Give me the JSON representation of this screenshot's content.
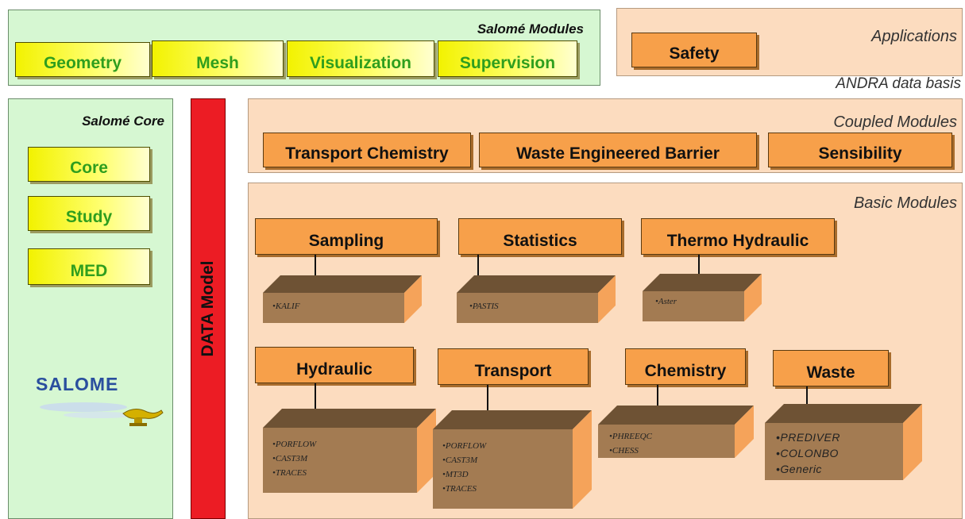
{
  "salome_modules": {
    "title": "Salomé Modules",
    "buttons": [
      "Geometry",
      "Mesh",
      "Visualization",
      "Supervision"
    ]
  },
  "applications": {
    "title": "Applications",
    "button": "Safety",
    "subtitle": "ANDRA data basis"
  },
  "salome_core": {
    "title": "Salomé Core",
    "buttons": [
      "Core",
      "Study",
      "MED"
    ],
    "logo_text": "SALOME"
  },
  "data_model": {
    "label": "DATA Model"
  },
  "coupled_modules": {
    "title": "Coupled Modules",
    "buttons": [
      "Transport Chemistry",
      "Waste Engineered Barrier",
      "Sensibility"
    ]
  },
  "basic_modules": {
    "title": "Basic Modules",
    "modules": [
      {
        "name": "Sampling",
        "tools": [
          "KALIF"
        ]
      },
      {
        "name": "Statistics",
        "tools": [
          "PASTIS"
        ]
      },
      {
        "name": "Thermo Hydraulic",
        "tools": [
          "Aster"
        ]
      },
      {
        "name": "Hydraulic",
        "tools": [
          "PORFLOW",
          "CAST3M",
          "TRACES"
        ]
      },
      {
        "name": "Transport",
        "tools": [
          "PORFLOW",
          "CAST3M",
          "MT3D",
          "TRACES"
        ]
      },
      {
        "name": "Chemistry",
        "tools": [
          "PHREEQC",
          "CHESS"
        ]
      },
      {
        "name": "Waste",
        "tools": [
          "PREDIVER",
          "COLONBO",
          "Generic"
        ]
      }
    ]
  },
  "colors": {
    "green_panel": "#d6f7d2",
    "peach_panel": "#fcdcbf",
    "yellow_button": "#f2f200",
    "orange_button": "#f7a04a",
    "data_model_red": "#ec1c24",
    "box_front": "#a37b52",
    "box_top": "#6e5234"
  }
}
